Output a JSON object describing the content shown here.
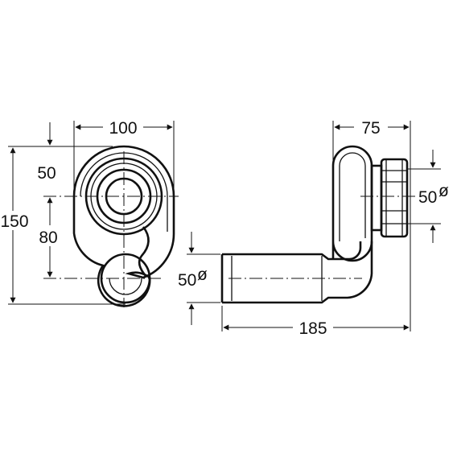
{
  "colors": {
    "ink": "#111111",
    "background": "#ffffff"
  },
  "front_view": {
    "dim_width": "100",
    "dim_inner": "50",
    "dim_height": "150",
    "dim_offset": "80"
  },
  "side_view": {
    "dim_depth": "75",
    "dim_outlet": "50",
    "dim_inlet": "50",
    "dim_length": "185",
    "diameter_symbol": "ø"
  }
}
